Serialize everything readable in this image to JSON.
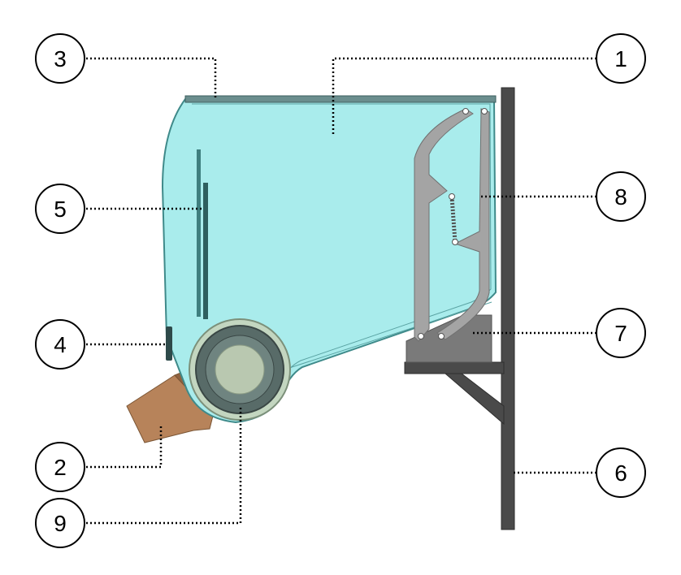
{
  "diagram": {
    "callouts": [
      {
        "id": "callout-1",
        "label": "1"
      },
      {
        "id": "callout-2",
        "label": "2"
      },
      {
        "id": "callout-3",
        "label": "3"
      },
      {
        "id": "callout-4",
        "label": "4"
      },
      {
        "id": "callout-5",
        "label": "5"
      },
      {
        "id": "callout-6",
        "label": "6"
      },
      {
        "id": "callout-7",
        "label": "7"
      },
      {
        "id": "callout-8",
        "label": "8"
      },
      {
        "id": "callout-9",
        "label": "9"
      }
    ]
  },
  "colors": {
    "hopper_fill": "#a9ecec",
    "hopper_stroke": "#3f8a8a",
    "frame_dark": "#4a4a4a",
    "linkage_gray": "#a4a4a4",
    "block_gray": "#7a7a7a",
    "outlet_copper": "#b7835a",
    "roller_outer": "#c3d6c0",
    "roller_ring": "#586b68",
    "roller_core": "#b9c8b0"
  }
}
